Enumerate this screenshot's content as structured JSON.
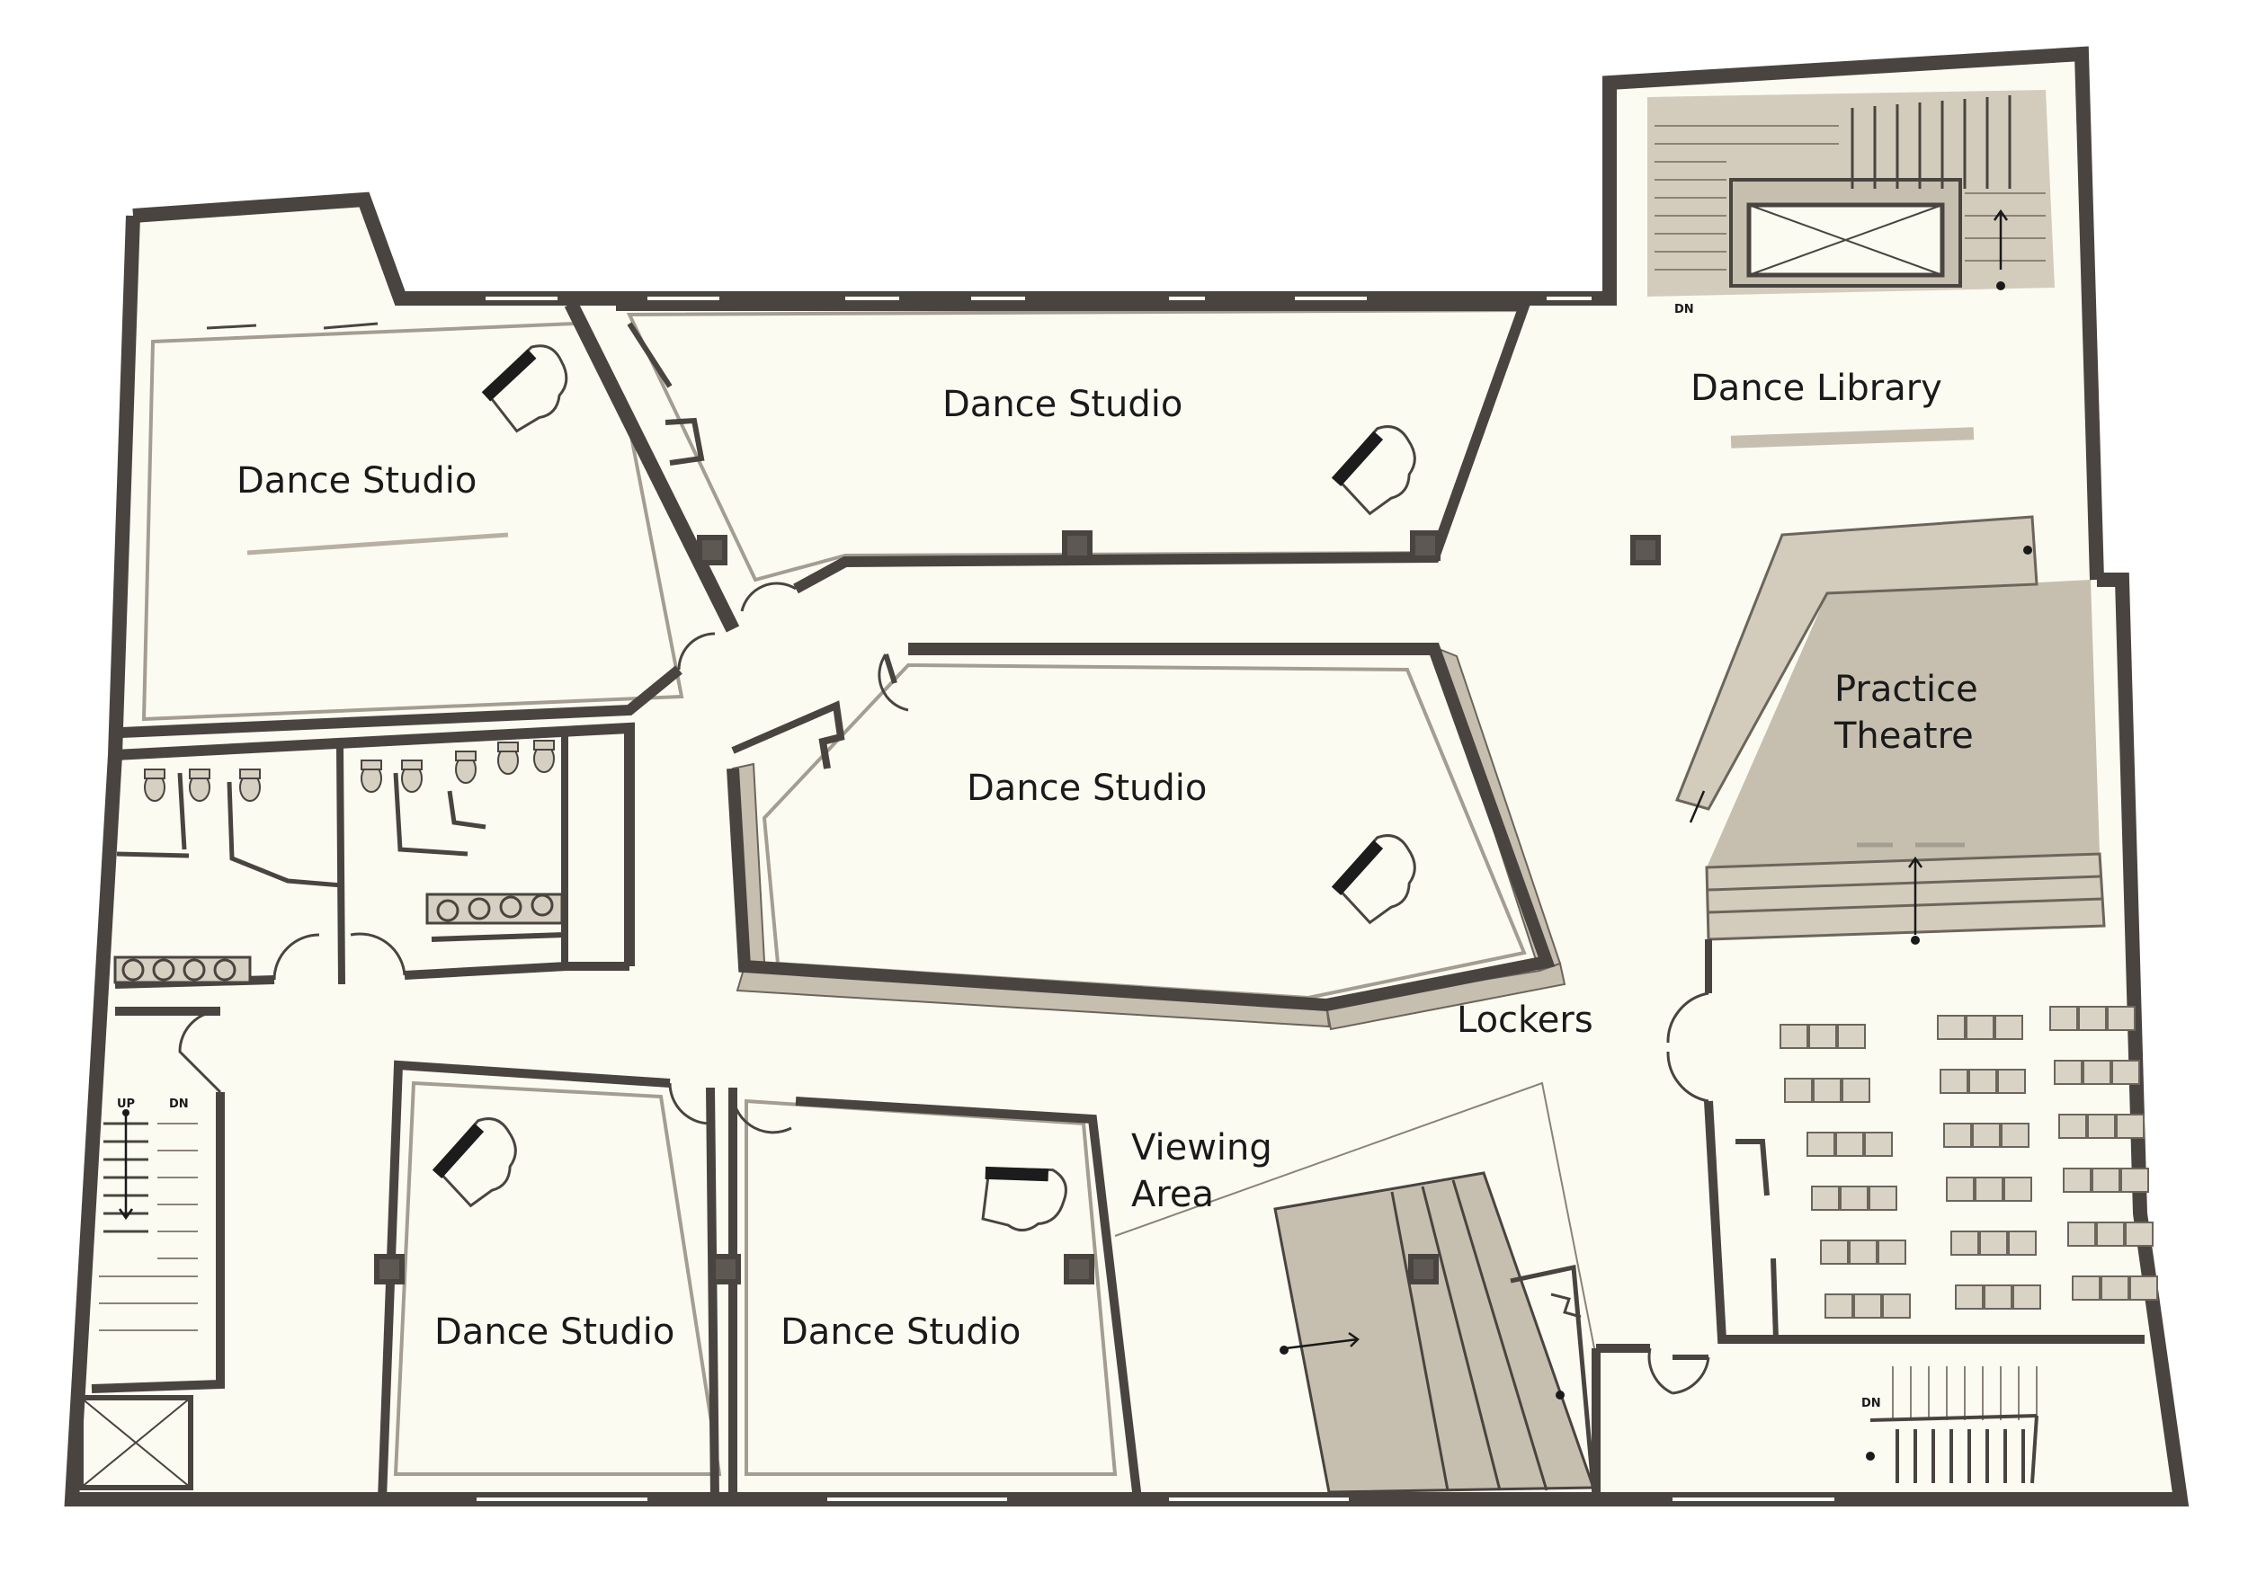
{
  "colors": {
    "wall": "#4a4440",
    "floor": "#fcfbf2",
    "tan": "#c6bfb0",
    "line": "#8a8377",
    "background": "#ffffff"
  },
  "rooms": {
    "studio_top_left": "Dance Studio",
    "studio_top_center": "Dance Studio",
    "studio_center": "Dance Studio",
    "studio_bottom_left": "Dance Studio",
    "studio_bottom_right": "Dance Studio",
    "library": "Dance Library",
    "theatre_line1": "Practice",
    "theatre_line2": "Theatre",
    "lockers": "Lockers",
    "viewing_line1": "Viewing",
    "viewing_line2": "Area"
  },
  "stair_marks": {
    "up": "UP",
    "down": "DN"
  },
  "icons": [
    "grand-piano-icon",
    "elevator-icon",
    "stair-arrow-icon",
    "door-swing-icon",
    "toilet-icon",
    "sink-icon",
    "column-icon"
  ]
}
